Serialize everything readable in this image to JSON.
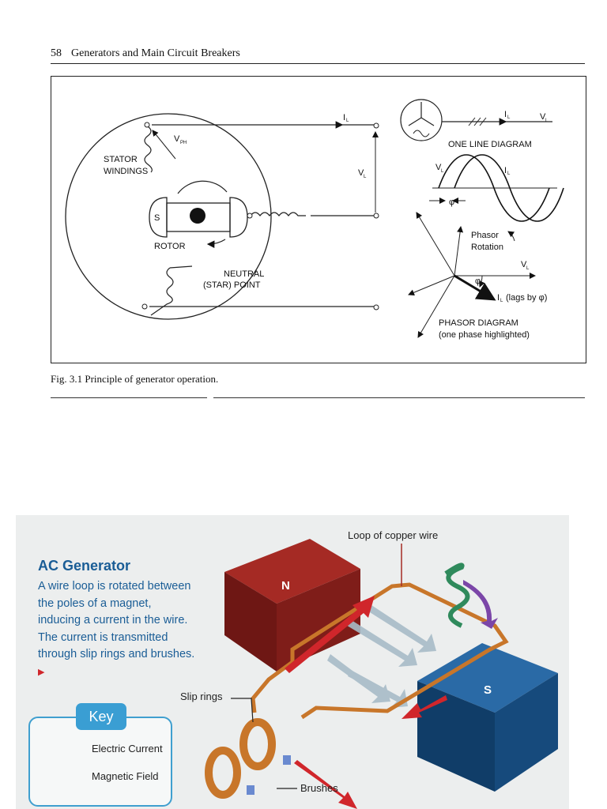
{
  "header": {
    "page_number": "58",
    "title": "Generators and Main Circuit Breakers"
  },
  "figure": {
    "caption": "Fig. 3.1 Principle of generator operation.",
    "labels": {
      "stator": "STATOR",
      "windings": "WINDINGS",
      "v_ph": "V",
      "v_ph_sub": "PH",
      "s": "S",
      "rotor": "ROTOR",
      "neutral": "NEUTRAL",
      "star_point": "(STAR) POINT",
      "i_l": "I",
      "i_l_sub": "L",
      "v_l": "V",
      "v_l_sub": "L",
      "one_line": "ONE LINE DIAGRAM",
      "phi": "φ",
      "phasor": "Phasor",
      "rotation": "Rotation",
      "lags": "(lags by φ)",
      "phasor_diagram": "PHASOR DIAGRAM",
      "one_phase": "(one phase highlighted)"
    }
  },
  "generator": {
    "title": "AC Generator",
    "description": "A wire loop is rotated between the poles of a magnet, inducing a current in the wire. The current is transmitted through slip rings and brushes.",
    "arrow_glyph": "▶",
    "loop_label": "Loop of copper wire",
    "slip_rings_label": "Slip rings",
    "brushes_label": "Brushes",
    "north": "N",
    "south": "S",
    "key": {
      "title": "Key",
      "items": [
        "Electric Current",
        "Magnetic Field"
      ]
    },
    "colors": {
      "title": "#1a5d96",
      "current": "#d0262b",
      "field": "#9fb4c2",
      "magnet_n": "#7a1a18",
      "magnet_s": "#154a7a",
      "copper": "#c8762a"
    }
  }
}
